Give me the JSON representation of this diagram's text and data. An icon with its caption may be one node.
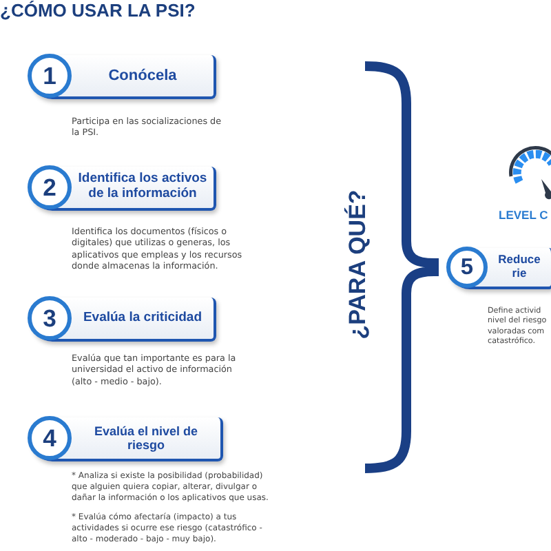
{
  "diagram": {
    "title": "¿CÓMO USAR LA PSI?",
    "nodes": [
      {
        "text": [
          "1",
          "Conócela"
        ],
        "beside": [
          "Participa en las socializaciones de la PSI."
        ]
      },
      {
        "text": [
          "2",
          "Identifica los activos de la información"
        ],
        "beside": [
          "Identifica los documentos (físicos o digitales) que utilizas o generas, los aplicativos que empleas y los recursos donde almacenas la información."
        ]
      },
      {
        "text": [
          "3",
          "Evalúa la criticidad"
        ],
        "beside": [
          "Evalúa que tan importante es para la universidad el activo de información (alto - medio - bajo)."
        ]
      },
      {
        "text": [
          "4",
          "Evalúa el nivel de riesgo"
        ],
        "beside": [
          "* Analiza si existe la posibilidad (probabilidad) que alguien quiera copiar, alterar, divulgar o dañar la información o los aplicativos que usas.",
          "* Evalúa cómo afectaría (impacto) a tus actividades si ocurre ese riesgo (catastrófico - alto - moderado - bajo - muy bajo)."
        ]
      },
      {
        "text": [
          "5",
          "Reduce rie"
        ],
        "beside": [
          "Define activid nivel del riesgo valoradas com catastrófico."
        ]
      }
    ],
    "labels": [
      "¿PARA QUÉ?",
      "LEVEL C"
    ]
  }
}
